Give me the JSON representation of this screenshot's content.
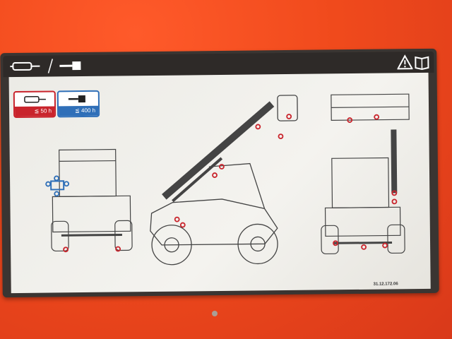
{
  "plate": {
    "interval_short": "≦ 50 h",
    "interval_long": "≦ 400 h",
    "part_code": "31.12.172.06"
  },
  "icons": {
    "header_left": [
      "grease-gun-icon",
      "brush-icon"
    ],
    "header_right": [
      "warning-triangle-icon",
      "manual-book-icon"
    ],
    "badge_short": "grease-gun-icon",
    "badge_long": "brush-icon"
  },
  "colors": {
    "body_paint": "#f04a1c",
    "header": "#2e2a28",
    "marker_short_interval": "#c9242c",
    "marker_long_interval": "#2f6fb8"
  }
}
